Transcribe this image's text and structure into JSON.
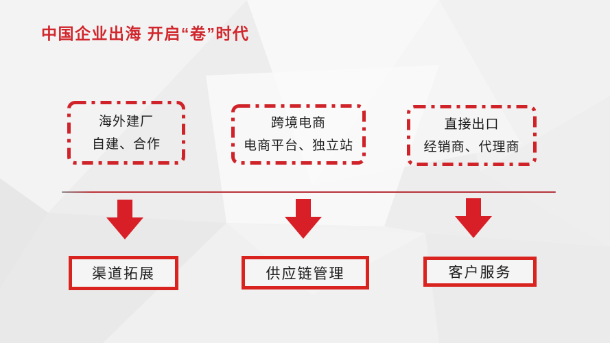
{
  "slide": {
    "title": "中国企业出海 开启“卷”时代"
  },
  "columns": [
    {
      "strategy_line1": "海外建厂",
      "strategy_line2": "自建、合作",
      "capability": "渠道拓展"
    },
    {
      "strategy_line1": "跨境电商",
      "strategy_line2": "电商平台、独立站",
      "capability": "供应链管理"
    },
    {
      "strategy_line1": "直接出口",
      "strategy_line2": "经销商、代理商",
      "capability": "客户服务"
    }
  ],
  "colors": {
    "title_red": "#d0262c",
    "dashed_border_red": "#cf2329",
    "arrow_red": "#d81e26",
    "solid_border_red": "#d9231f",
    "divider_red": "#b5333a",
    "text_black": "#1c1c1c",
    "background_gray": "#ededed"
  }
}
